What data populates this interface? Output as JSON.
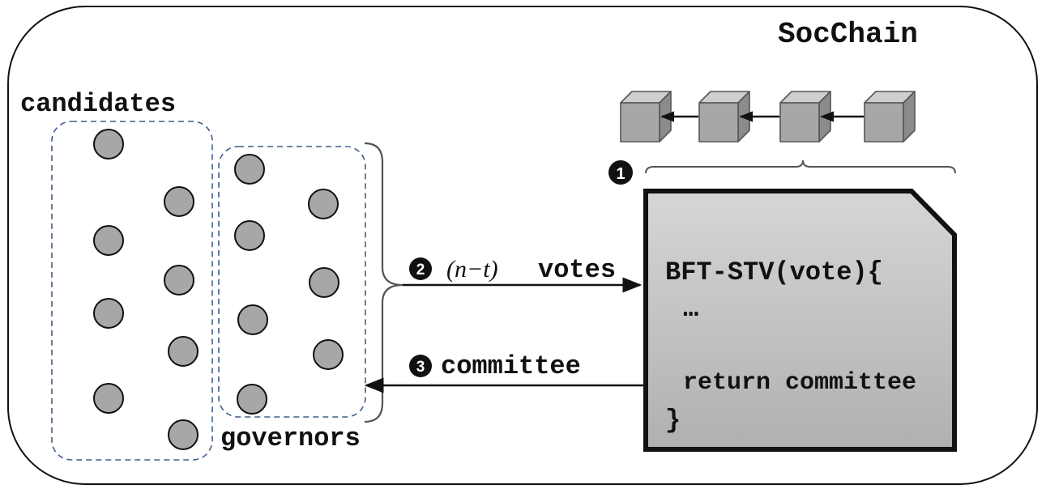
{
  "title": "SocChain",
  "groups": {
    "candidates_label": "candidates",
    "governors_label": "governors"
  },
  "steps": {
    "step1_number": "1",
    "step2_number": "2",
    "step2_expr": "(n−t)",
    "step2_label": "votes",
    "step3_number": "3",
    "step3_label": "committee"
  },
  "contract": {
    "line1": "BFT-STV(vote){",
    "line2": "…",
    "line3": "return committee",
    "line4": "}"
  },
  "blockchain": {
    "block_count": 4
  },
  "colors": {
    "node_fill": "#a9a6a7",
    "block_front": "#a7a7a7",
    "block_top": "#cfcfcf",
    "block_side": "#8b8b8b",
    "group_border": "#3f5f8a",
    "contract_fill": "#bdbdbd"
  }
}
